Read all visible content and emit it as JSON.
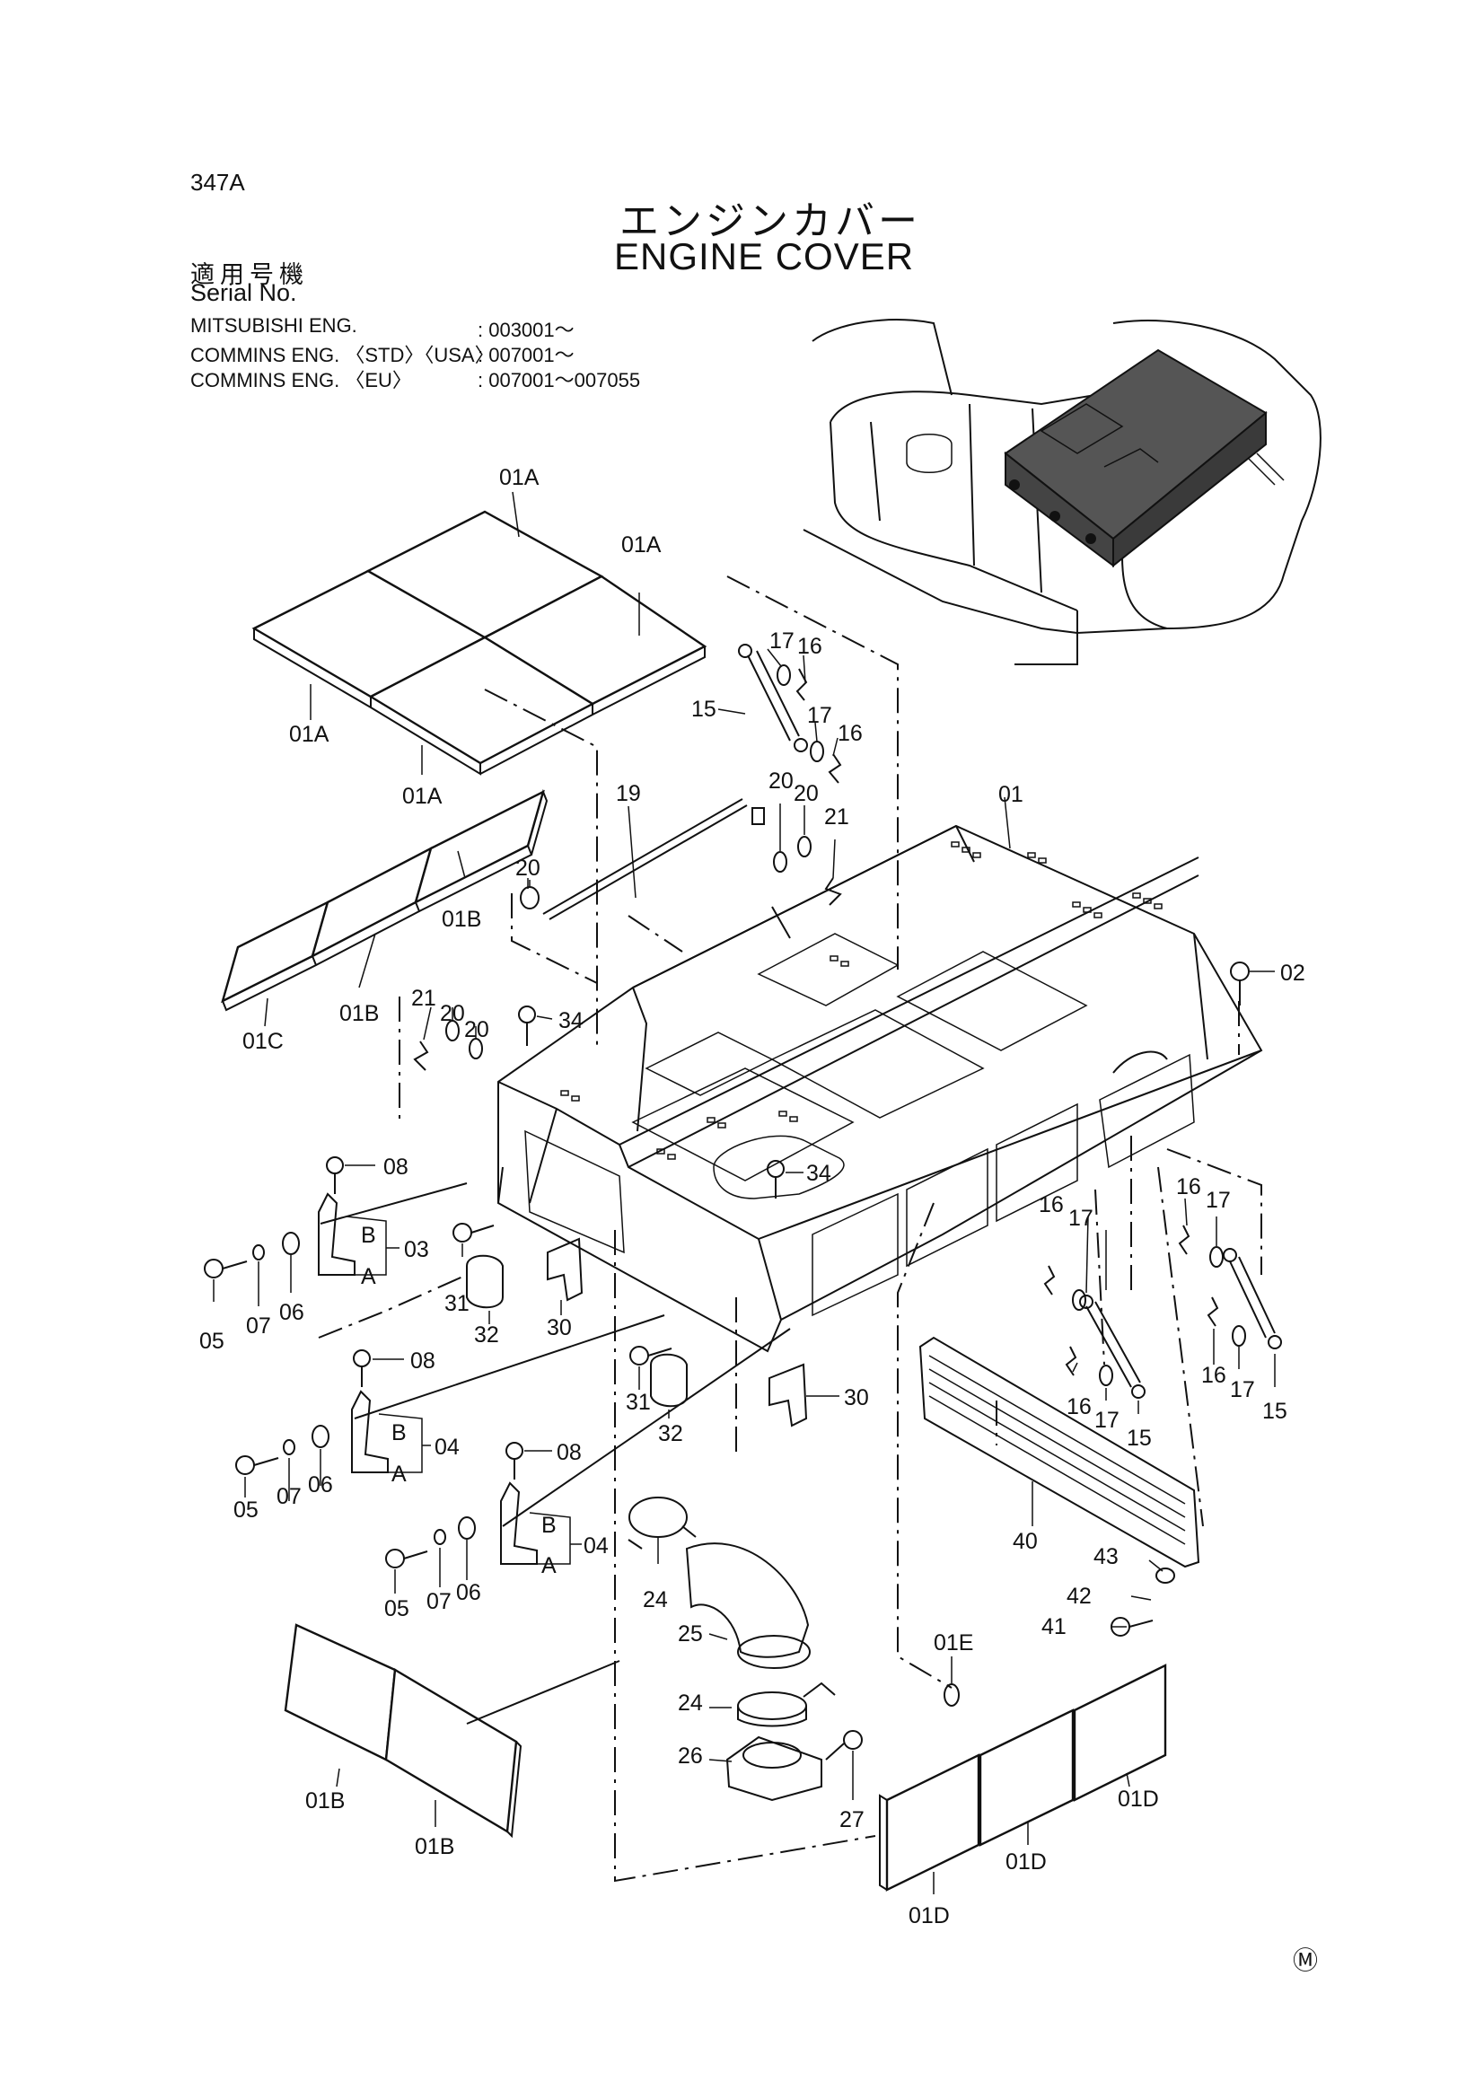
{
  "header": {
    "page_code": "347A",
    "title_jp": "エンジンカバー",
    "title_en": "ENGINE COVER",
    "serial_jp": "適用号機",
    "serial_en": "Serial No.",
    "serials": [
      {
        "engine": "MITSUBISHI ENG.",
        "range": ": 003001～"
      },
      {
        "engine": "COMMINS ENG. 〈STD〉〈USA〉",
        "range": ": 007001～"
      },
      {
        "engine": "COMMINS ENG. 〈EU〉",
        "range": ": 007001～007055"
      }
    ]
  },
  "footer_mark": "Ⓜ",
  "labels": {
    "01A_1": "01A",
    "01A_2": "01A",
    "01A_3": "01A",
    "01A_4": "01A",
    "01B_1": "01B",
    "01B_2": "01B",
    "01C": "01C",
    "01B_3": "01B",
    "01B_4": "01B",
    "01D_1": "01D",
    "01D_2": "01D",
    "01D_3": "01D",
    "01E": "01E",
    "01": "01",
    "02": "02",
    "03": "03",
    "04_1": "04",
    "04_2": "04",
    "05_1": "05",
    "05_2": "05",
    "05_3": "05",
    "06_1": "06",
    "06_2": "06",
    "06_3": "06",
    "07_1": "07",
    "07_2": "07",
    "07_3": "07",
    "08_1": "08",
    "08_2": "08",
    "08_3": "08",
    "A_1": "A",
    "A_2": "A",
    "A_3": "A",
    "B_1": "B",
    "B_2": "B",
    "B_3": "B",
    "15_1": "15",
    "15_2": "15",
    "15_3": "15",
    "16_1": "16",
    "16_2": "16",
    "16_3": "16",
    "16_4": "16",
    "16_5": "16",
    "16_6": "16",
    "17_1": "17",
    "17_2": "17",
    "17_3": "17",
    "17_4": "17",
    "17_5": "17",
    "17_6": "17",
    "19": "19",
    "20_1": "20",
    "20_2": "20",
    "20_3": "20",
    "20_4": "20",
    "20_5": "20",
    "21_1": "21",
    "21_2": "21",
    "24_1": "24",
    "24_2": "24",
    "25": "25",
    "26": "26",
    "27": "27",
    "30_1": "30",
    "30_2": "30",
    "31_1": "31",
    "31_2": "31",
    "32_1": "32",
    "32_2": "32",
    "34_1": "34",
    "34_2": "34",
    "40": "40",
    "41": "41",
    "42": "42",
    "43": "43"
  }
}
